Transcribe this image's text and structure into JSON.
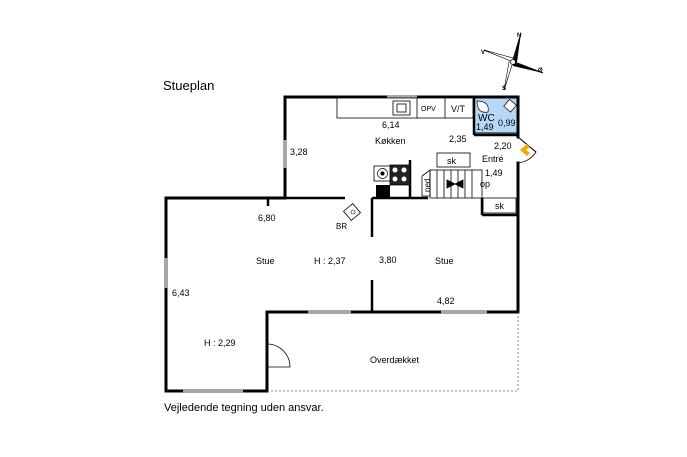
{
  "title": "Stueplan",
  "disclaimer": "Vejledende tegning uden ansvar.",
  "compass": {
    "n": "N",
    "s": "S",
    "v": "V",
    "o": "Ø"
  },
  "colors": {
    "wall": "#000000",
    "window": "#a7a7a7",
    "wc_fill": "#b7d7f6",
    "entry_arrow": "#f2a900"
  },
  "rooms": {
    "kitchen": "Køkken",
    "entre": "Entré",
    "wc": "WC",
    "stue_left": "Stue",
    "stue_right": "Stue",
    "overdaekket": "Overdækket",
    "br": "BR",
    "sk_top": "sk",
    "sk_bottom": "sk",
    "opv": "OPV",
    "vt": "V/T",
    "ned": "ned",
    "op": "op"
  },
  "dims": {
    "k_614": "6,14",
    "k_328": "3,28",
    "d_235": "2,35",
    "d_220": "2,20",
    "d_149_wc": "1,49",
    "d_099": "0,99",
    "d_149_hall": "1,49",
    "d_680": "6,80",
    "h_237": "H : 2,37",
    "d_380": "3,80",
    "d_643": "6,43",
    "d_482": "4,82",
    "h_229": "H : 2,29"
  }
}
